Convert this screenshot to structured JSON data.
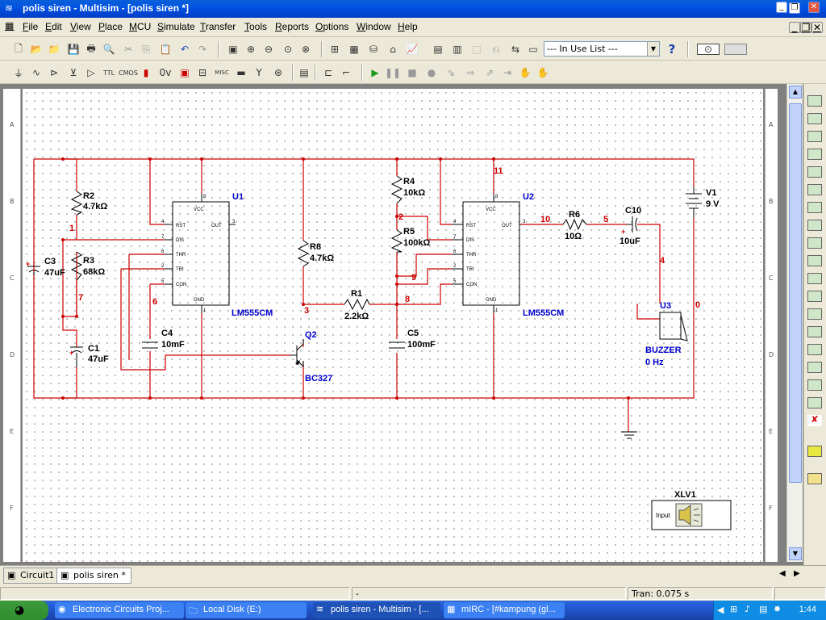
{
  "window": {
    "title": "polis siren - Multisim - [polis siren *]",
    "min": "_",
    "restore": "❐",
    "close": "✕",
    "mdi_min": "_",
    "mdi_restore": "❐",
    "mdi_close": "✕"
  },
  "menu": [
    "File",
    "Edit",
    "View",
    "Place",
    "MCU",
    "Simulate",
    "Transfer",
    "Tools",
    "Reports",
    "Options",
    "Window",
    "Help"
  ],
  "toolbar": {
    "in_use_list": "--- In Use List ---",
    "help": "?"
  },
  "rulers": {
    "left": [
      "A",
      "B",
      "C",
      "D",
      "E",
      "F"
    ],
    "right": [
      "A",
      "B",
      "C",
      "D",
      "E",
      "F"
    ]
  },
  "schematic": {
    "U1": {
      "name": "U1",
      "model": "LM555CM",
      "pins": {
        "vcc": "VCC",
        "rst": "RST",
        "out": "OUT",
        "dis": "DIS",
        "thr": "THR",
        "tri": "TRI",
        "con": "CON",
        "gnd": "GND"
      },
      "pinnums": [
        "8",
        "4",
        "3",
        "7",
        "6",
        "2",
        "5",
        "1"
      ]
    },
    "U2": {
      "name": "U2",
      "model": "LM555CM",
      "pins": {
        "vcc": "VCC",
        "rst": "RST",
        "out": "OUT",
        "dis": "DIS",
        "thr": "THR",
        "tri": "TRI",
        "con": "CON",
        "gnd": "GND"
      },
      "pinnums": [
        "8",
        "4",
        "3",
        "7",
        "6",
        "2",
        "5",
        "1"
      ]
    },
    "U3": {
      "name": "U3",
      "type": "BUZZER",
      "freq": "0 Hz"
    },
    "R2": {
      "name": "R2",
      "value": "4.7kΩ"
    },
    "R3": {
      "name": "R3",
      "value": "68kΩ"
    },
    "R4": {
      "name": "R4",
      "value": "10kΩ"
    },
    "R5": {
      "name": "R5",
      "value": "100kΩ"
    },
    "R8": {
      "name": "R8",
      "value": "4.7kΩ"
    },
    "R1": {
      "name": "R1",
      "value": "2.2kΩ"
    },
    "R6": {
      "name": "R6",
      "value": "10Ω"
    },
    "C3": {
      "name": "C3",
      "value": "47uF"
    },
    "C1": {
      "name": "C1",
      "value": "47uF"
    },
    "C4": {
      "name": "C4",
      "value": "10mF"
    },
    "C5": {
      "name": "C5",
      "value": "100mF"
    },
    "C10": {
      "name": "C10",
      "value": "10uF"
    },
    "Q2": {
      "name": "Q2",
      "model": "BC327"
    },
    "V1": {
      "name": "V1",
      "value": "9 V"
    },
    "XLV1": {
      "name": "XLV1",
      "label": "Input"
    },
    "nets": [
      "1",
      "7",
      "6",
      "3",
      "2",
      "9",
      "8",
      "11",
      "10",
      "5",
      "4",
      "0"
    ],
    "plus": "+"
  },
  "tabs": [
    "Circuit1",
    "polis siren *"
  ],
  "status": {
    "middle": "-",
    "tran": "Tran: 0.075 s"
  },
  "taskbar": {
    "items": [
      "Electronic Circuits Proj...",
      "Local Disk (E:)",
      "polis siren - Multisim - [...",
      "mIRC - [#kampung (gl..."
    ],
    "clock": "1:44"
  },
  "colors": {
    "wire": "#cc0000",
    "component": "#0000cc",
    "net_label": "#cc0000"
  }
}
